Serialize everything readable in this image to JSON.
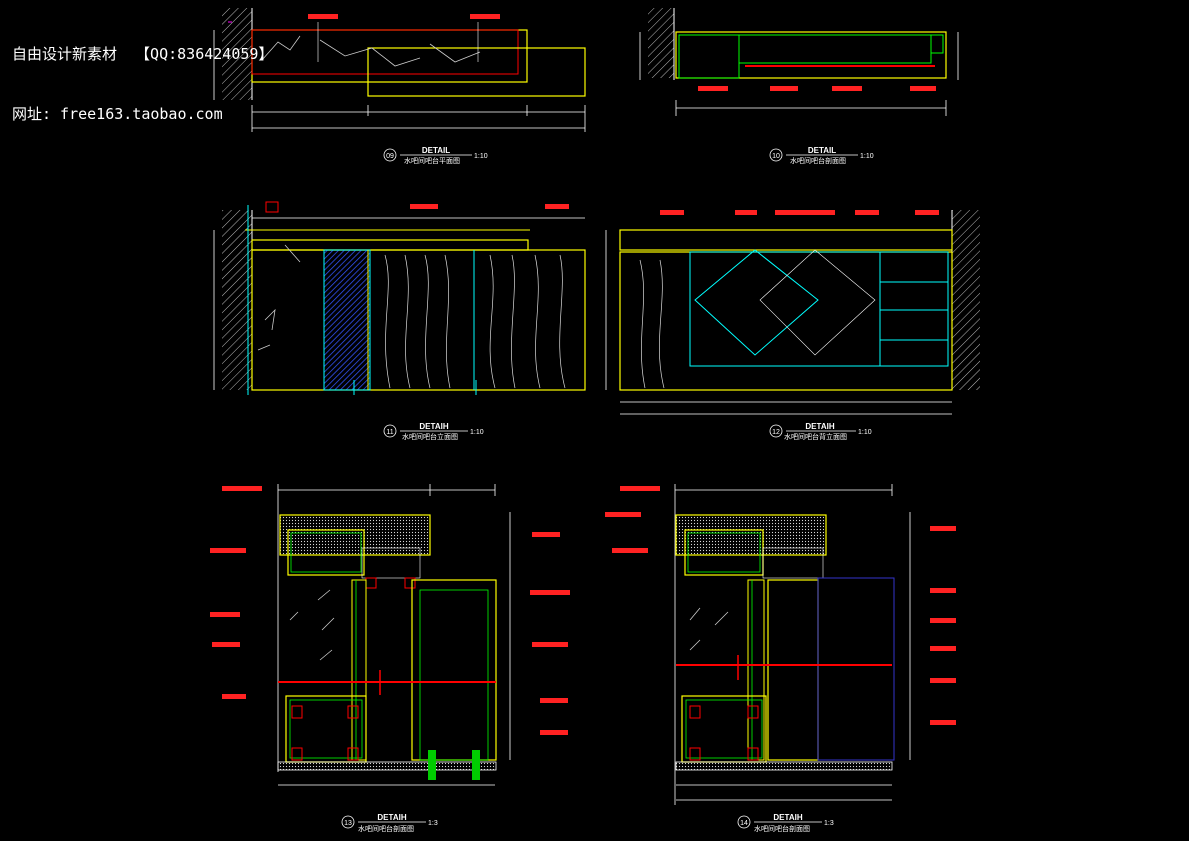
{
  "watermark": {
    "line1": "自由设计新素材  【QQ:836424059】",
    "line2": "网址: free163.taobao.com"
  },
  "colors": {
    "background": "#000000",
    "outline": "#ffff00",
    "cyan": "#00ffff",
    "green": "#00ff00",
    "red": "#ff0000",
    "magenta": "#ff00ff",
    "white": "#ffffff",
    "blue": "#0000ff"
  },
  "drawings": [
    {
      "id": "09",
      "title": "DETAIL",
      "subtitle": "水吧间吧台平面图",
      "scale": "1:10"
    },
    {
      "id": "10",
      "title": "DETAIL",
      "subtitle": "水吧间吧台剖面图",
      "scale": "1:10"
    },
    {
      "id": "11",
      "title": "DETAIH",
      "subtitle": "水吧间吧台立面图",
      "scale": "1:10"
    },
    {
      "id": "12",
      "title": "DETAIH",
      "subtitle": "水吧间吧台背立面图",
      "scale": "1:10"
    },
    {
      "id": "13",
      "title": "DETAIH",
      "subtitle": "水吧间吧台剖面图",
      "scale": "1:3"
    },
    {
      "id": "14",
      "title": "DETAIH",
      "subtitle": "水吧间吧台剖面图",
      "scale": "1:3"
    }
  ]
}
